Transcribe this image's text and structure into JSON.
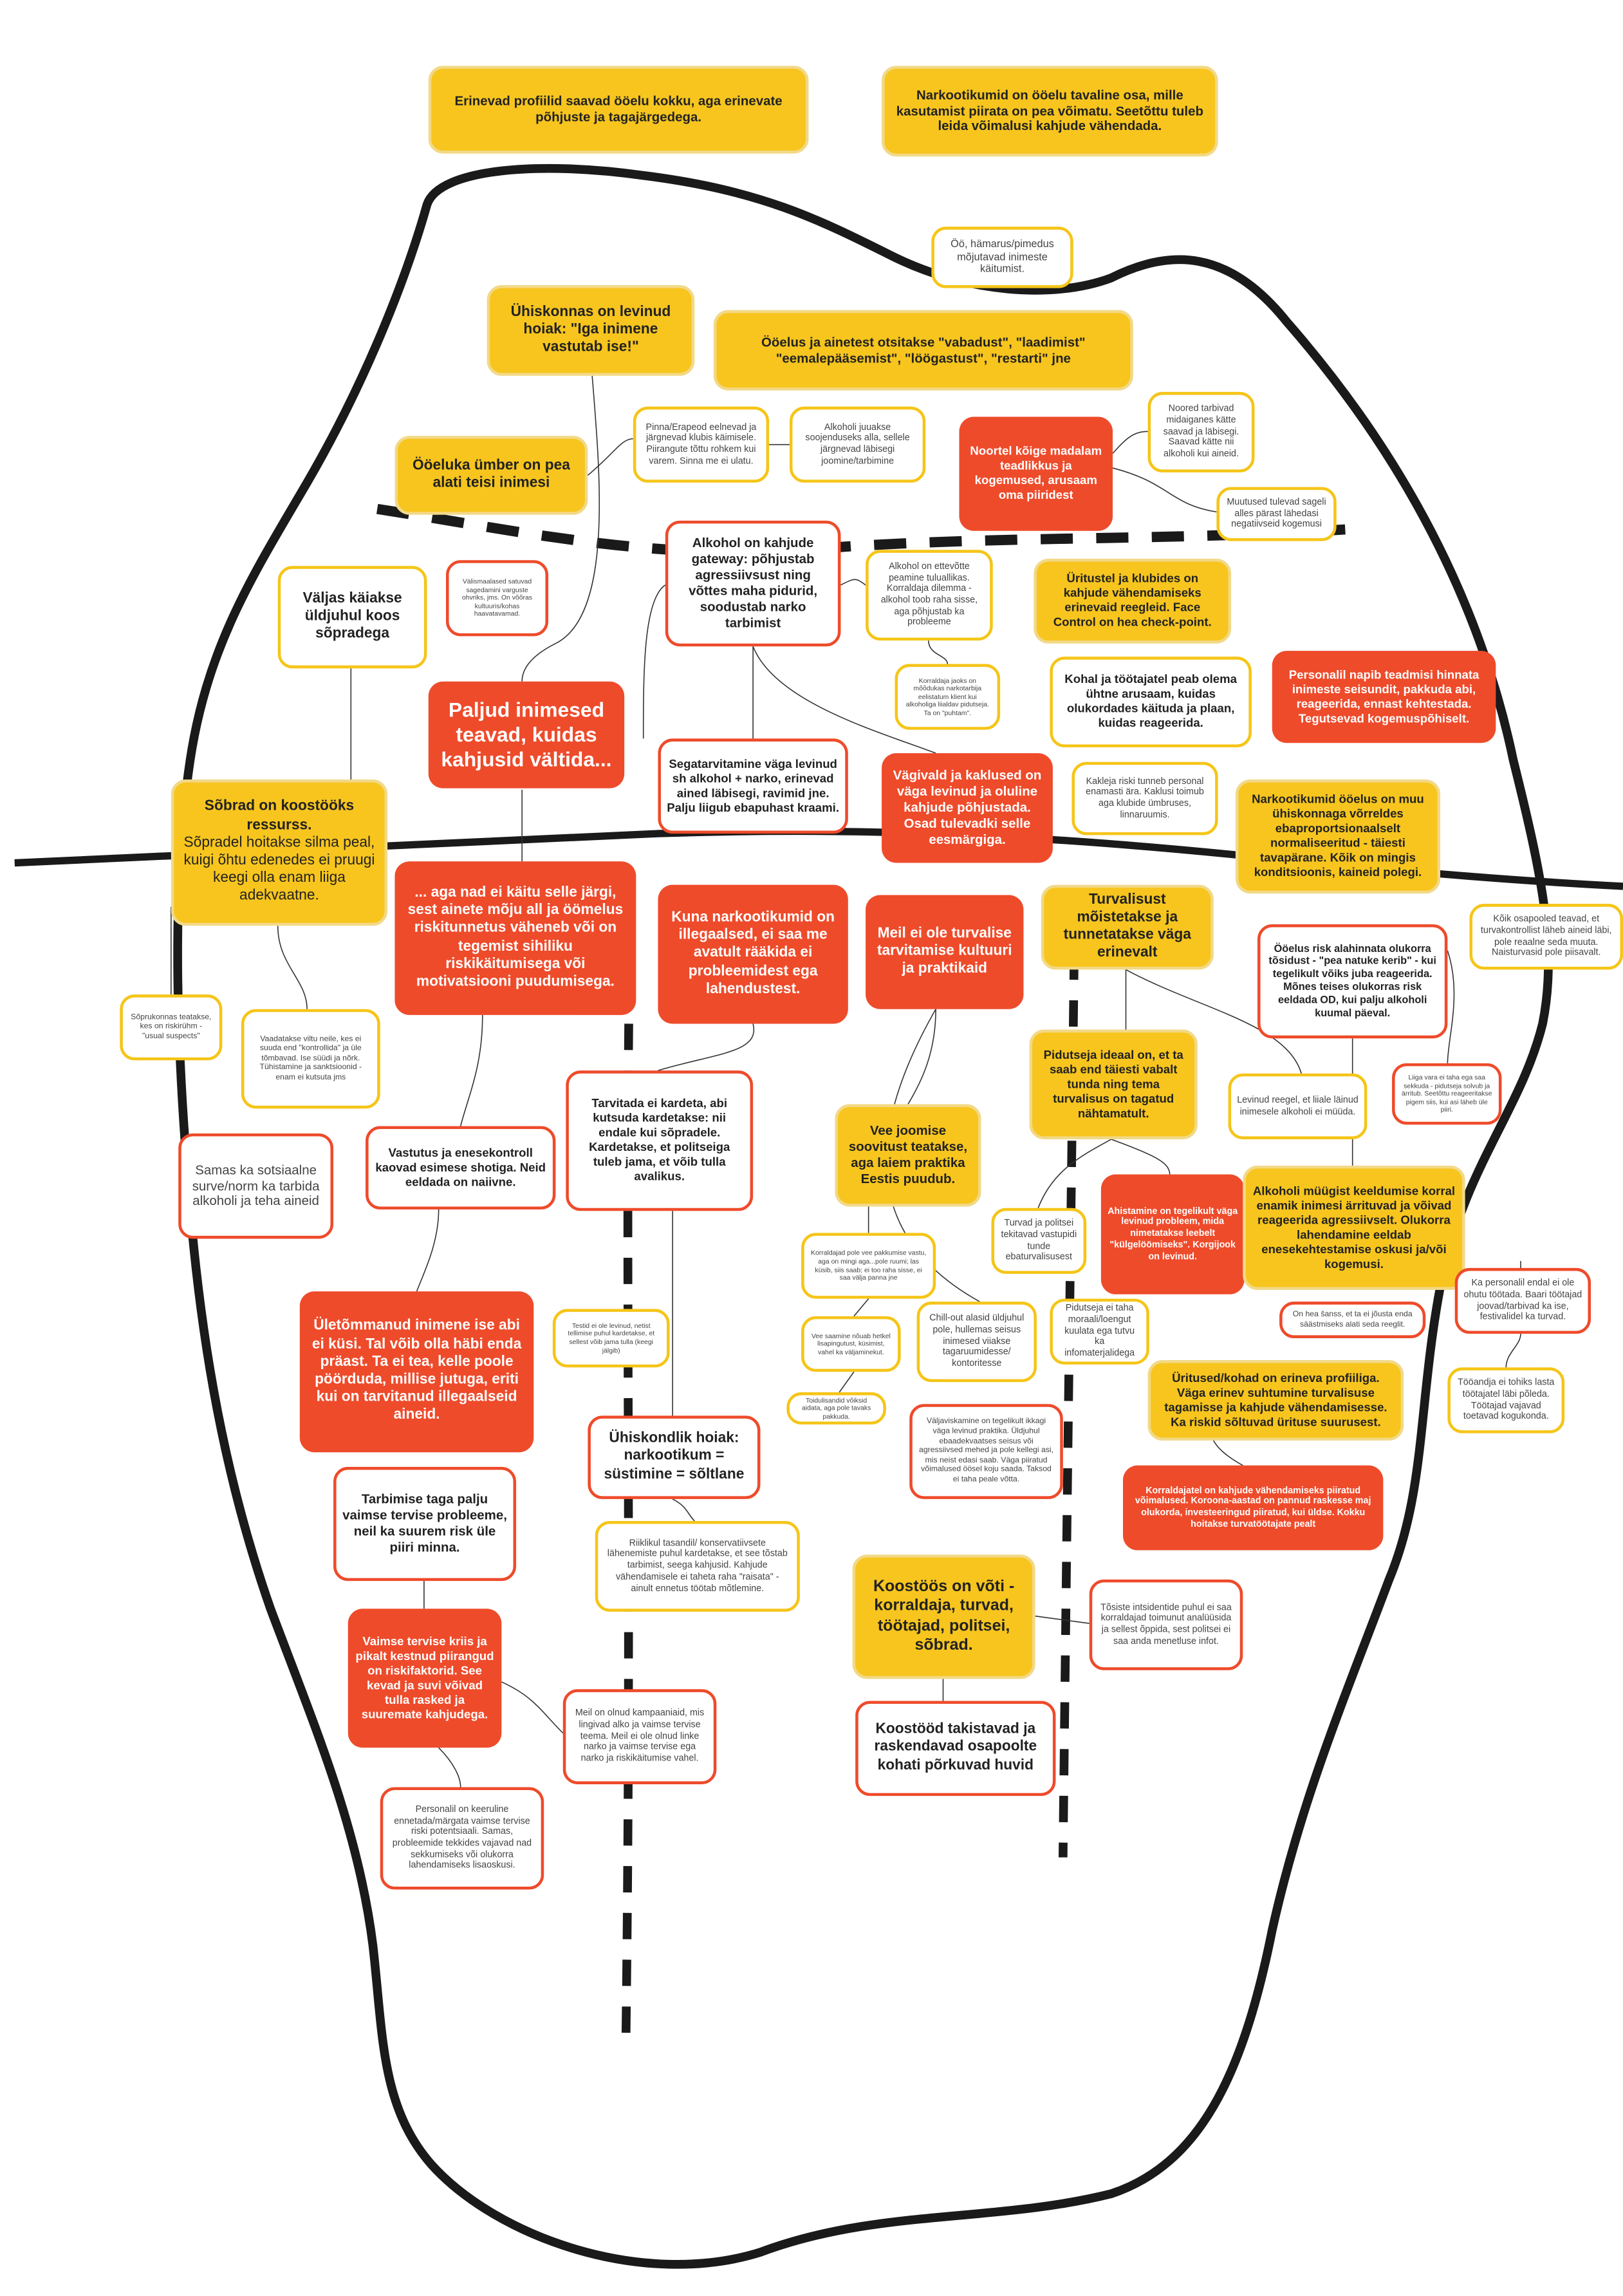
{
  "colors": {
    "yellow": "#F7C51E",
    "red": "#EE4B2B",
    "outline": "#1a1a1a"
  },
  "boxes": [
    {
      "text": "Erinevad profiilid saavad ööelu kokku, aga erinevate põhjuste ja tagajärgedega."
    },
    {
      "text": "Narkootikumid on ööelu tavaline osa, mille kasutamist piirata on pea võimatu. Seetõttu tuleb leida võimalusi kahjude vähendada."
    },
    {
      "text": "Öö, hämarus/pimedus mõjutavad inimeste käitumist."
    },
    {
      "text": "Ühiskonnas on levinud hoiak: \"Iga inimene vastutab ise!\""
    },
    {
      "text": "Ööelus ja ainetest otsitakse \"vabadust\", \"laadimist\" \"eemalepääsemist\", \"löögastust\", \"restarti\" jne"
    },
    {
      "text": "Pinna/Erapeod eelnevad ja järgnevad klubis käimisele. Piirangute tõttu rohkem kui varem. Sinna me ei ulatu."
    },
    {
      "text": "Alkoholi juuakse soojenduseks alla, sellele järgnevad läbisegi joomine/tarbimine"
    },
    {
      "text": "Noortel kõige madalam teadlikkus ja kogemused, arusaam oma piiridest"
    },
    {
      "text": "Noored tarbivad midaiganes kätte saavad ja läbisegi. Saavad kätte nii alkoholi kui aineid."
    },
    {
      "text": "Muutused tulevad sageli alles pärast lähedasi negatiivseid kogemusi"
    },
    {
      "text": "Ööeluka ümber on pea alati teisi inimesi"
    },
    {
      "text": "Välismaalased satuvad sagedamini varguste ohvriks, jms. On võõras kultuuris/kohas haavatavamad."
    },
    {
      "text": "Väljas käiakse üldjuhul koos sõpradega"
    },
    {
      "text": "Alkohol on kahjude gateway: põhjustab agressiivsust ning võttes maha pidurid, soodustab narko tarbimist"
    },
    {
      "text": "Alkohol on ettevõtte peamine tuluallikas. Korraldaja dilemma - alkohol toob raha sisse, aga põhjustab ka probleeme"
    },
    {
      "text": "Üritustel ja klubides on kahjude vähendamiseks erinevaid reegleid. Face Control on hea check-point."
    },
    {
      "text": "Korraldaja jaoks on mõõdukas narkotarbija eelistatum klient kui alkoholiga liialdav pidutseja. Ta on \"puhtam\"."
    },
    {
      "text": "Personalil napib teadmisi hinnata inimeste seisundit, pakkuda abi, reageerida, ennast kehtestada. Tegutsevad kogemuspõhiselt."
    },
    {
      "text": "Kohal ja töötajatel peab olema ühtne arusaam, kuidas olukordades käituda ja plaan, kuidas reageerida."
    },
    {
      "text": "Paljud inimesed teavad, kuidas kahjusid vältida..."
    },
    {
      "text": "Segatarvitamine väga levinud sh alkohol + narko, erinevad ained läbisegi, ravimid jne. Palju liigub ebapuhast kraami."
    },
    {
      "text": "Vägivald ja kaklused on väga levinud ja oluline kahjude põhjustada. Osad tulevadki selle eesmärgiga."
    },
    {
      "text": "Kakleja riski tunneb personal enamasti ära. Kaklusi toimub aga klubide ümbruses, linnaruumis."
    },
    {
      "text": "Narkootikumid ööelus on muu ühiskonnaga võrreldes ebaproportsionaalselt normaliseeritud - täiesti tavapärane. Kõik on mingis konditsioonis, kaineid polegi."
    },
    {
      "title": "Sõbrad on koostööks ressurss.",
      "text": "Sõpradel hoitakse silma peal, kuigi õhtu edenedes ei pruugi keegi olla enam liiga adekvaatne."
    },
    {
      "text": "Kõik osapooled teavad, et turvakontrollist läheb aineid läbi, pole reaalne seda muuta. Naisturvasid pole piisavalt."
    },
    {
      "text": "... aga nad ei käitu selle järgi, sest ainete mõju all ja öömelus riskitunnetus väheneb või on tegemist sihiliku riskikäitumisega või motivatsiooni puudumisega."
    },
    {
      "text": "Kuna narkootikumid on illegaalsed, ei saa me avatult rääkida ei probleemidest ega lahendustest."
    },
    {
      "text": "Meil ei ole turvalise tarvitamise kultuuri ja praktikaid"
    },
    {
      "text": "Turvalisust mõistetakse ja tunnetatakse väga erinevalt"
    },
    {
      "text": "Ööelus risk alahinnata olukorra tõsidust - \"pea natuke kerib\" - kui tegelikult võiks juba reageerida. Mõnes teises olukorras risk eeldada OD, kui palju alkoholi kuumal päeval."
    },
    {
      "text": "Sõprukonnas teatakse, kes on riskirühm - \"usual suspects\""
    },
    {
      "text": "Vaadatakse viltu neile, kes ei suuda end \"kontrollida\" ja üle tõmbavad. Ise süüdi ja nõrk. Tühistamine ja sanktsioonid - enam ei kutsuta jms"
    },
    {
      "text": "Pidutseja ideaal on, et ta saab end täiesti vabalt tunda ning tema turvalisus on tagatud nähtamatult."
    },
    {
      "text": "Levinud reegel, et liiale läinud inimesele alkoholi ei müüda."
    },
    {
      "text": "Liiga vara ei taha ega saa sekkuda - pidutseja solvub ja ärritub. Seetõttu reageeritakse pigem siis, kui asi läheb üle piiri."
    },
    {
      "text": "Tarvitada ei kardeta, abi kutsuda kardetakse: nii endale kui sõpradele. Kardetakse, et politseiga tuleb jama, et võib tulla avalikus."
    },
    {
      "text": "Vastutus ja enesekontroll kaovad esimese shotiga. Neid eeldada on naiivne."
    },
    {
      "text": "Samas ka sotsiaalne surve/norm ka tarbida alkoholi ja teha aineid"
    },
    {
      "text": "Vee joomise soovitust teatakse, aga laiem praktika Eestis puudub."
    },
    {
      "text": "Turvad ja politsei tekitavad vastupidi tunde ebaturvalisusest"
    },
    {
      "text": "Ahistamine on tegelikult väga levinud probleem, mida nimetatakse leebelt \"külgelöömiseks\". Korgijook on levinud."
    },
    {
      "text": "Alkoholi müügist keeldumise korral enamik inimesi ärrituvad ja võivad reageerida agressiivselt. Olukorra lahendamine eeldab enesekehtestamise oskusi ja/või kogemusi."
    },
    {
      "text": "Korraldajad pole vee pakkumise vastu, aga on mingi aga...pole ruumi; las küsib, siis saab; ei too raha sisse, ei saa välja panna jne"
    },
    {
      "text": "Ka personalil endal ei ole ohutu töötada. Baari töötajad joovad/tarbivad ka ise, festivalidel ka turvad."
    },
    {
      "text": "Ületõmmanud inimene ise abi ei küsi. Tal võib olla häbi enda präast. Ta ei tea, kelle poole pöörduda, millise jutuga, eriti kui on tarvitanud illegaalseid aineid."
    },
    {
      "text": "Chill-out alasid üldjuhul pole, hullemas seisus inimesed viiakse tagaruumidesse/ kontoritesse"
    },
    {
      "text": "Pidutseja ei taha moraali/loengut kuulata ega tutvu ka infomaterjalidega"
    },
    {
      "text": "On hea šanss, et ta ei jõusta enda säästmiseks alati seda reeglit."
    },
    {
      "text": "Testid ei ole levinud, netist tellimise puhul kardetakse, et sellest võib jama tulla (keegi jälgib)"
    },
    {
      "text": "Vee saamine nõuab hetkel lisapingutust, küsimist, vahel ka väljaminekut."
    },
    {
      "text": "Tööandja ei tohiks lasta töötajatel läbi põleda. Töötajad vajavad toetavad kogukonda."
    },
    {
      "text": "Üritused/kohad on erineva profiiliga. Väga erinev suhtumine turvalisuse tagamisse ja kahjude vähendamisesse. Ka riskid sõltuvad ürituse suurusest."
    },
    {
      "text": "Toidulisandid võiksid aidata, aga pole tavaks pakkuda."
    },
    {
      "text": "Väljaviskamine on tegelikult ikkagi väga levinud praktika. Üldjuhul ebaadekvaatses seisus või agressiivsed mehed ja pole kellegi asi, mis neist edasi saab. Väga piiratud võimalused öösel koju saada. Taksod ei taha peale võtta."
    },
    {
      "text": "Ühiskondlik hoiak: narkootikum = süstimine = sõltlane"
    },
    {
      "text": "Korraldajatel on kahjude vähendamiseks piiratud võimalused. Koroona-aastad on pannud raskesse maj olukorda, investeeringud piiratud, kui üldse. Kokku hoitakse turvatöötajate pealt"
    },
    {
      "text": "Tarbimise taga palju vaimse tervise probleeme, neil ka suurem risk üle piiri minna."
    },
    {
      "text": "Riiklikul tasandil/ konservatiivsete lähenemiste puhul kardetakse, et see tõstab tarbimist, seega kahjusid. Kahjude vähendamisele ei taheta raha \"raisata\" - ainult ennetus töötab mõtlemine."
    },
    {
      "text": "Koostöös on võti - korraldaja, turvad, töötajad, politsei, sõbrad."
    },
    {
      "text": "Tõsiste intsidentide puhul ei saa korraldajad toimunut analüüsida ja sellest õppida, sest politsei ei saa anda menetluse infot."
    },
    {
      "text": "Vaimse tervise kriis ja pikalt kestnud piirangud on riskifaktorid. See kevad ja suvi võivad tulla rasked ja suuremate kahjudega."
    },
    {
      "text": "Koostööd takistavad ja raskendavad osapoolte kohati põrkuvad huvid"
    },
    {
      "text": "Meil on olnud kampaaniaid, mis lingivad alko ja vaimse tervise teema. Meil ei ole olnud linke narko ja vaimse tervise ega narko ja riskikäitumise vahel."
    },
    {
      "text": "Personalil on keeruline ennetada/märgata vaimse tervise riski potentsiaali. Samas, probleemide tekkides vajavad nad sekkumiseks või olukorra lahendamiseks lisaoskusi."
    }
  ]
}
